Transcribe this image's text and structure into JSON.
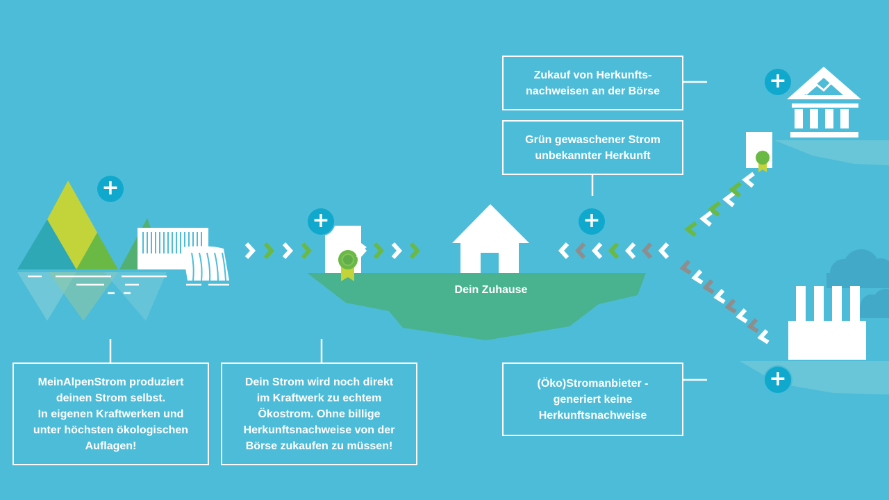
{
  "labels": {
    "home": "Dein Zuhause"
  },
  "boxes": {
    "mein_alpen": [
      "MeinAlpenStrom produziert",
      "deinen Strom selbst.",
      "In eigenen Kraftwerken und",
      "unter höchsten ökologischen",
      "Auflagen!"
    ],
    "direkt": [
      "Dein Strom wird noch direkt",
      "im Kraftwerk zu echtem",
      "Ökostrom. Ohne billige",
      "Herkunftsnachweise von der",
      "Börse zukaufen zu müssen!"
    ],
    "zukauf": [
      "Zukauf von Herkunfts-",
      "nachweisen an der Börse"
    ],
    "gruen": [
      "Grün gewaschener Strom",
      "unbekannter Herkunft"
    ],
    "oeko": [
      "(Öko)Stromanbieter -",
      "generiert keine",
      "Herkunftsnachweise"
    ]
  },
  "plus_symbol": "+",
  "colors": {
    "background": "#4dbcd8",
    "plus_button": "#10a8cc",
    "island": "#49b38f",
    "lime": "#c3d43a",
    "green": "#6ab945",
    "teal": "#2fa8b5",
    "arrow_grey": "#8e8e8e",
    "white": "#ffffff"
  },
  "icons": [
    "mountain-icon",
    "dam-icon",
    "certificate-icon",
    "house-icon",
    "stock-exchange-icon",
    "factory-icon",
    "cloud-icon",
    "plus-icon",
    "chevron-icon"
  ]
}
